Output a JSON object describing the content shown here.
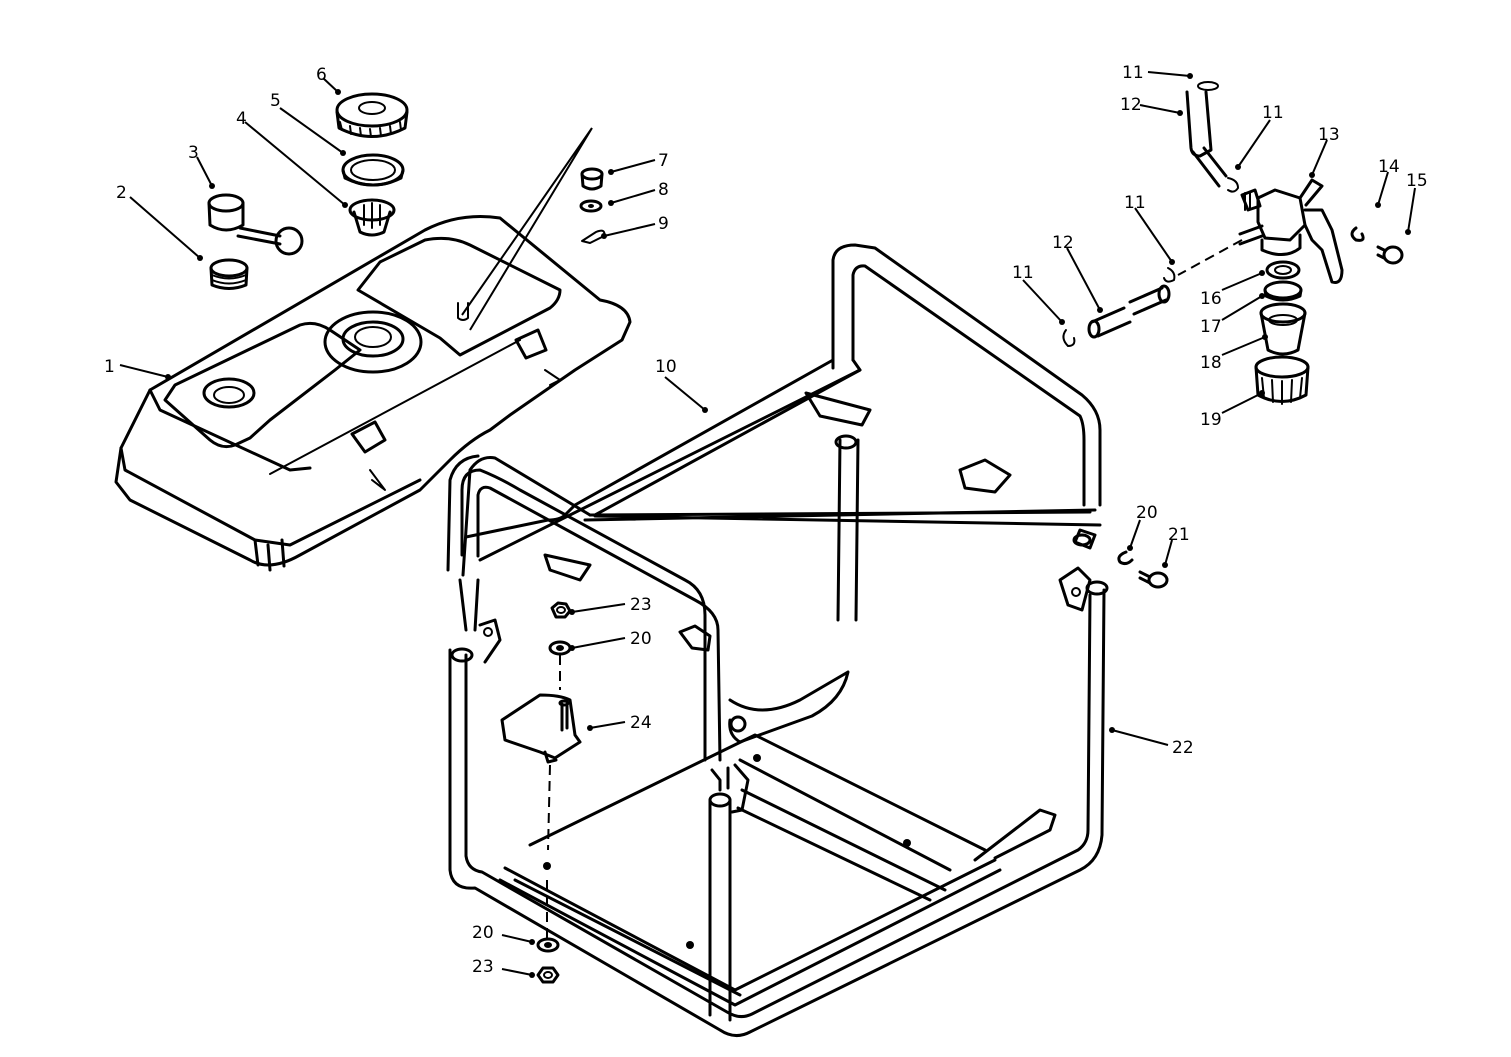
{
  "labels": {
    "c1": "1",
    "c2": "2",
    "c3": "3",
    "c4": "4",
    "c5": "5",
    "c6": "6",
    "c7": "7",
    "c8": "8",
    "c9": "9",
    "c10": "10",
    "c11a": "11",
    "c11b": "11",
    "c11c": "11",
    "c11d": "11",
    "c12a": "12",
    "c12b": "12",
    "c13": "13",
    "c14": "14",
    "c15": "15",
    "c16": "16",
    "c17": "17",
    "c18": "18",
    "c19": "19",
    "c20a": "20",
    "c20b": "20",
    "c20c": "20",
    "c21": "21",
    "c22": "22",
    "c23a": "23",
    "c23b": "23",
    "c24": "24"
  }
}
